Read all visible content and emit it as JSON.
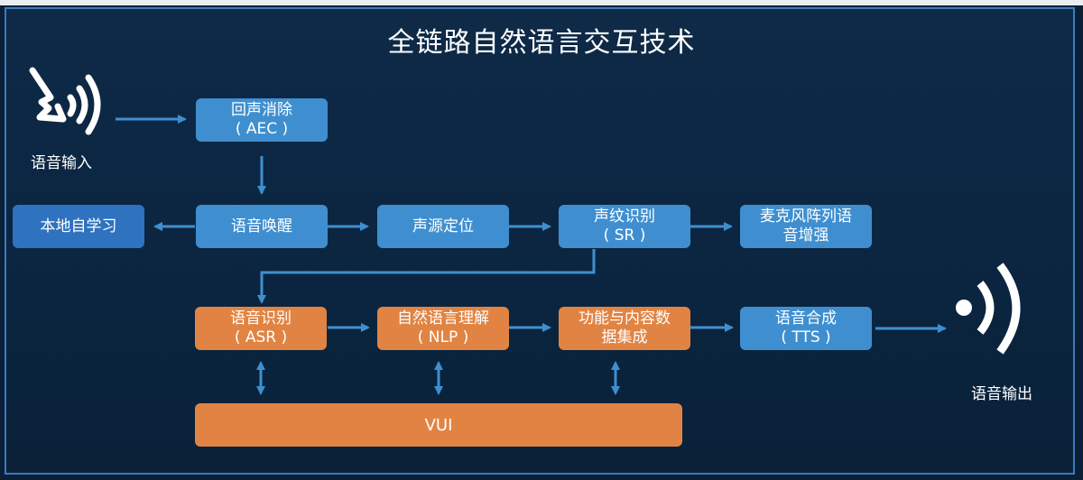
{
  "title": "全链路自然语言交互技术",
  "colors": {
    "background": "#0b1f36",
    "frame_border": "#3b7cc0",
    "node_blue": "#3f8fd0",
    "node_dark_blue": "#2f72c0",
    "node_orange": "#e18443",
    "arrow": "#3f8fd0",
    "text": "#ffffff"
  },
  "input": {
    "icon": "speaking-head-sound-icon",
    "label": "语音输入"
  },
  "output": {
    "icon": "sound-waves-icon",
    "label": "语音输出"
  },
  "nodes": {
    "aec": {
      "line1": "回声消除",
      "line2": "( AEC )"
    },
    "wakeup": {
      "line1": "语音唤醒"
    },
    "local_learning": {
      "line1": "本地自学习"
    },
    "sound_source": {
      "line1": "声源定位"
    },
    "sr": {
      "line1": "声纹识别",
      "line2": "( SR )"
    },
    "mic_array": {
      "line1": "麦克风阵列语",
      "line2": "音增强"
    },
    "asr": {
      "line1": "语音识别",
      "line2": "( ASR )"
    },
    "nlp": {
      "line1": "自然语言理解",
      "line2": "( NLP )"
    },
    "content": {
      "line1": "功能与内容数",
      "line2": "据集成"
    },
    "tts": {
      "line1": "语音合成",
      "line2": "( TTS )"
    },
    "vui": {
      "line1": "VUI"
    }
  },
  "edges": [
    {
      "from": "input",
      "to": "aec",
      "type": "arrow"
    },
    {
      "from": "aec",
      "to": "wakeup",
      "type": "arrow"
    },
    {
      "from": "wakeup",
      "to": "local_learning",
      "type": "arrow"
    },
    {
      "from": "wakeup",
      "to": "sound_source",
      "type": "arrow"
    },
    {
      "from": "sound_source",
      "to": "sr",
      "type": "arrow"
    },
    {
      "from": "sr",
      "to": "mic_array",
      "type": "arrow"
    },
    {
      "from": "sr",
      "to": "asr",
      "type": "elbow-arrow"
    },
    {
      "from": "asr",
      "to": "nlp",
      "type": "arrow"
    },
    {
      "from": "nlp",
      "to": "content",
      "type": "arrow"
    },
    {
      "from": "content",
      "to": "tts",
      "type": "arrow"
    },
    {
      "from": "tts",
      "to": "output",
      "type": "arrow"
    },
    {
      "from": "asr",
      "to": "vui",
      "type": "bidirectional"
    },
    {
      "from": "nlp",
      "to": "vui",
      "type": "bidirectional"
    },
    {
      "from": "content",
      "to": "vui",
      "type": "bidirectional"
    }
  ]
}
